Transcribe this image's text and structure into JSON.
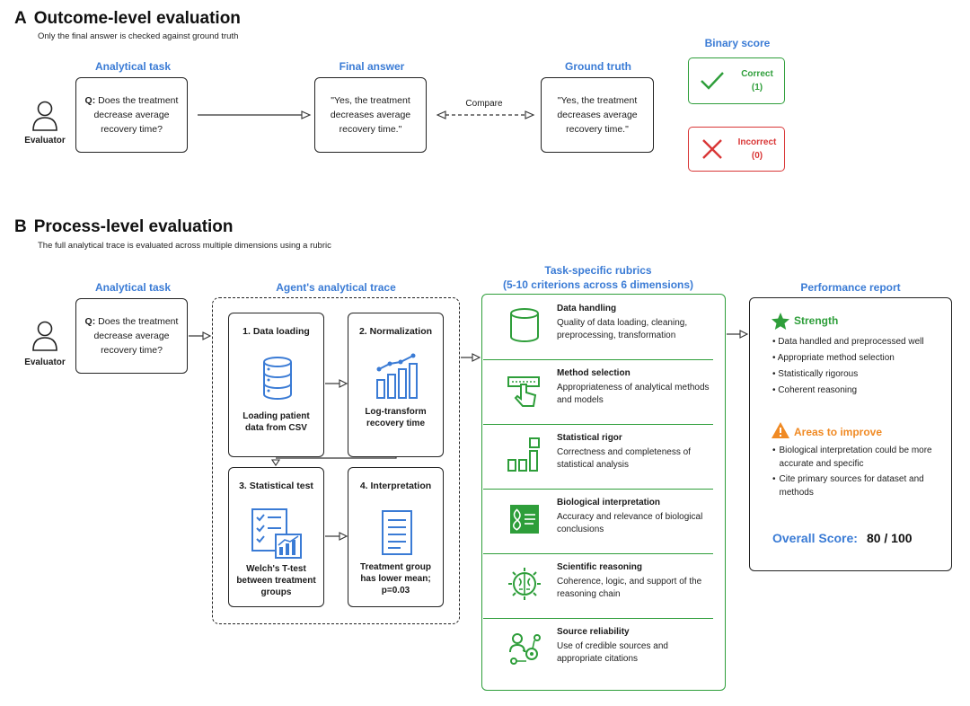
{
  "section_a": {
    "letter": "A",
    "title": "Outcome-level evaluation",
    "subtitle": "Only the final answer is checked against ground truth",
    "evaluator_label": "Evaluator",
    "task_header": "Analytical task",
    "task_q": "Q:",
    "task_text": "Does the treatment decrease average recovery time?",
    "final_header": "Final answer",
    "final_text": "\"Yes, the treatment decreases average recovery time.\"",
    "compare_label": "Compare",
    "truth_header": "Ground truth",
    "truth_text": "\"Yes, the treatment decreases average recovery time.\"",
    "binary_header": "Binary score",
    "correct_label": "Correct",
    "correct_value": "(1)",
    "incorrect_label": "Incorrect",
    "incorrect_value": "(0)"
  },
  "section_b": {
    "letter": "B",
    "title": "Process-level evaluation",
    "subtitle": "The full analytical trace is evaluated across multiple dimensions using a rubric",
    "evaluator_label": "Evaluator",
    "task_header": "Analytical task",
    "task_q": "Q:",
    "task_text": "Does the treatment decrease average recovery time?",
    "trace_header": "Agent's analytical trace",
    "steps": [
      {
        "title": "1. Data loading",
        "desc": "Loading patient data from CSV"
      },
      {
        "title": "2. Normalization",
        "desc": "Log-transform recovery time"
      },
      {
        "title": "3. Statistical test",
        "desc": "Welch's T-test between treatment groups"
      },
      {
        "title": "4. Interpretation",
        "desc": "Treatment group has lower mean; p=0.03"
      }
    ],
    "rubrics_header_line1": "Task-specific rubrics",
    "rubrics_header_line2": "(5-10 criterions across 6 dimensions)",
    "rubrics": [
      {
        "title": "Data handling",
        "desc": "Quality of data loading, cleaning, preprocessing, transformation",
        "icon": "database-icon"
      },
      {
        "title": "Method selection",
        "desc": "Appropriateness of analytical methods and models",
        "icon": "hand-click-icon"
      },
      {
        "title": "Statistical rigor",
        "desc": "Correctness and completeness of statistical analysis",
        "icon": "bar-chart-icon"
      },
      {
        "title": "Biological interpretation",
        "desc": "Accuracy and relevance of biological conclusions",
        "icon": "dna-icon"
      },
      {
        "title": "Scientific reasoning",
        "desc": "Coherence, logic, and support of the reasoning chain",
        "icon": "brain-icon"
      },
      {
        "title": "Source reliability",
        "desc": "Use of credible sources and appropriate citations",
        "icon": "network-icon"
      }
    ],
    "report_header": "Performance report",
    "strength_label": "Strength",
    "strengths": [
      "Data handled and preprocessed well",
      "Appropriate method selection",
      "Statistically rigorous",
      "Coherent reasoning"
    ],
    "improve_label": "Areas to improve",
    "improvements": [
      "Biological interpretation could be more accurate and specific",
      "Cite primary sources for dataset and methods"
    ],
    "score_label": "Overall Score:",
    "score_value": "80 / 100"
  },
  "colors": {
    "accent_blue": "#3a7bd5",
    "green": "#2e9e3a",
    "red": "#d93636",
    "orange": "#f08a24"
  }
}
